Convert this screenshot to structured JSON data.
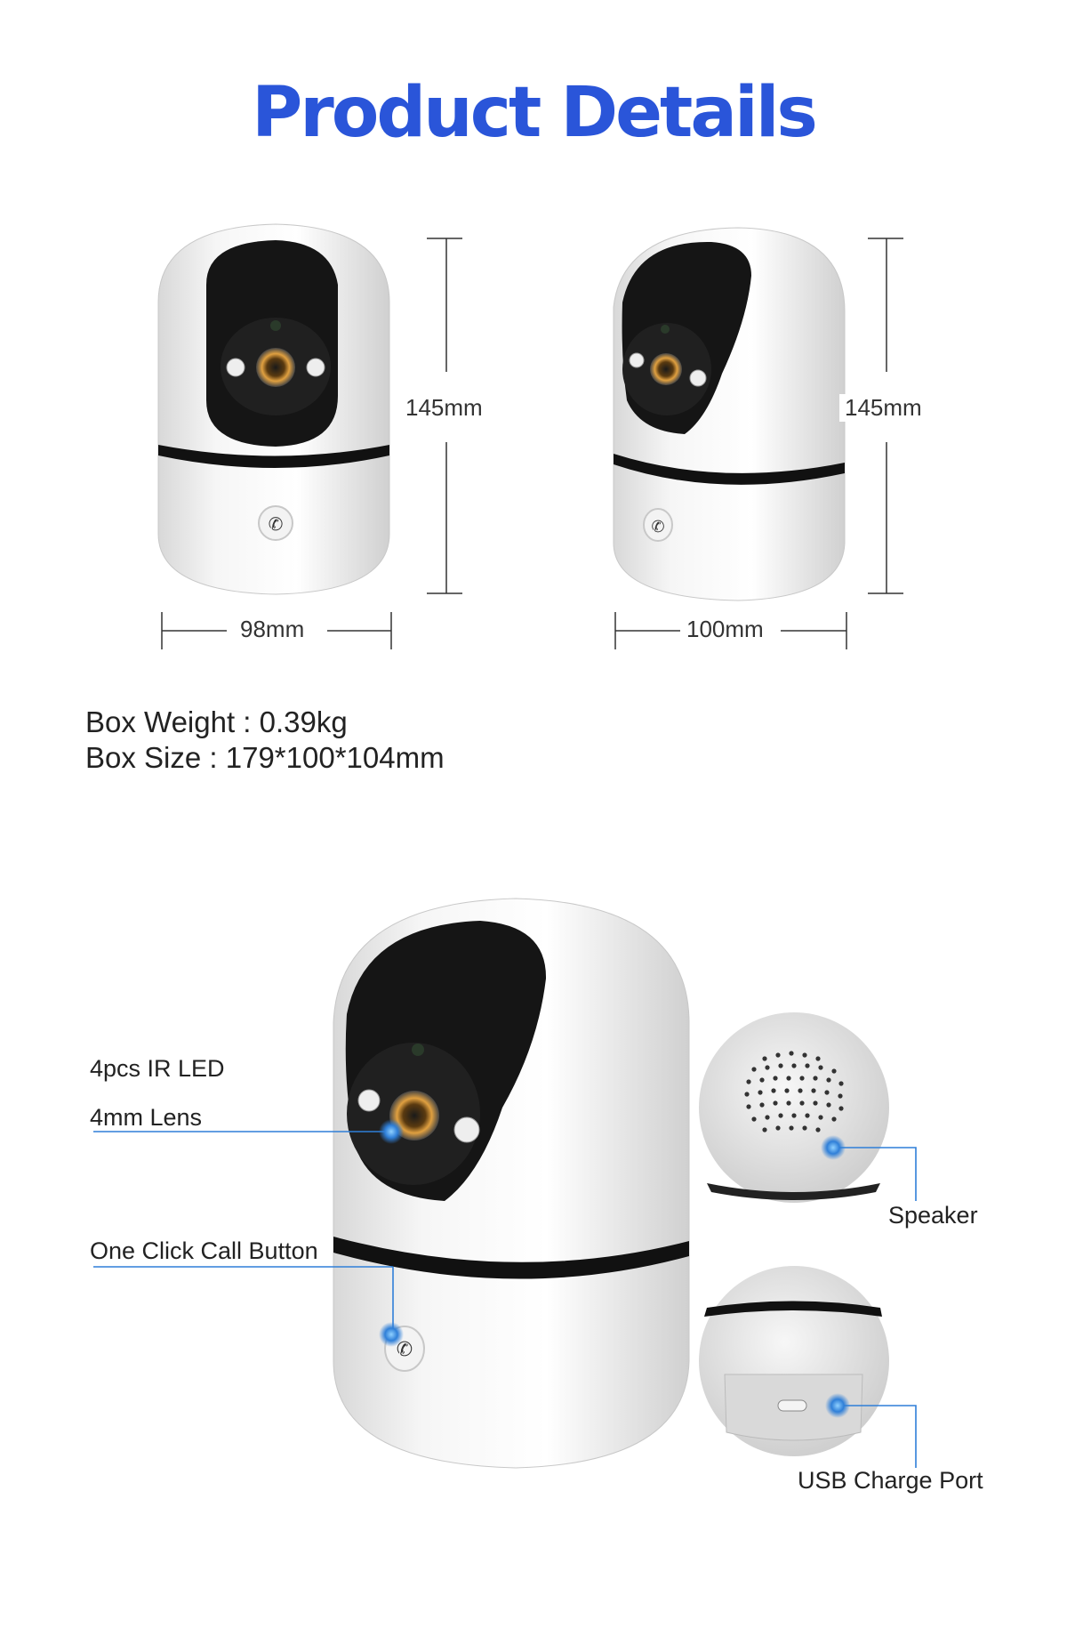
{
  "title": "Product Details",
  "dimensions": {
    "front_height": "145mm",
    "side_height": "145mm",
    "front_width": "98mm",
    "side_width": "100mm"
  },
  "specs": {
    "box_weight": "Box Weight : 0.39kg",
    "box_size": "Box Size : 179*100*104mm"
  },
  "callouts": {
    "ir_led": "4pcs IR LED",
    "lens": "4mm Lens",
    "call_button": "One Click Call Button",
    "speaker": "Speaker",
    "usb_port": "USB Charge Port"
  },
  "colors": {
    "title": "#2a55d9",
    "callout_line": "#2f7fd8"
  }
}
